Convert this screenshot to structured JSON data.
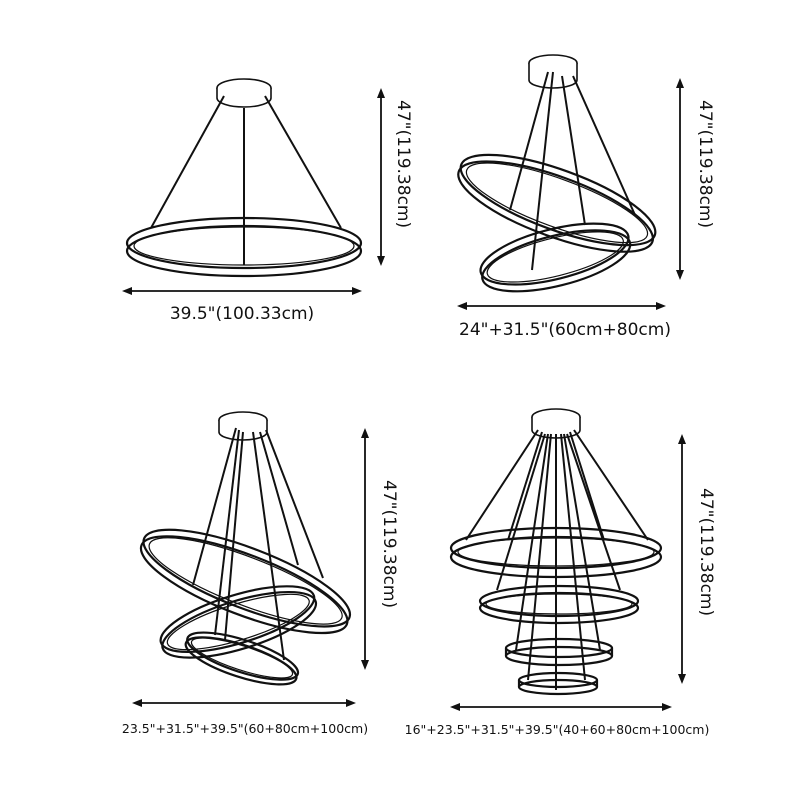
{
  "diagram": {
    "type": "product-dimension-diagram",
    "subject": "LED ring chandelier variants",
    "panels": [
      {
        "id": "one-ring",
        "rings": 1,
        "height_label": "47\"(119.38cm)",
        "width_label": "39.5\"(100.33cm)"
      },
      {
        "id": "two-ring",
        "rings": 2,
        "height_label": "47\"(119.38cm)",
        "width_label": "24\"+31.5\"(60cm+80cm)"
      },
      {
        "id": "three-ring",
        "rings": 3,
        "height_label": "47\"(119.38cm)",
        "width_label": "23.5\"+31.5\"+39.5\"(60+80cm+100cm)"
      },
      {
        "id": "four-ring",
        "rings": 4,
        "height_label": "47\"(119.38cm)",
        "width_label": "16\"+23.5\"+31.5\"+39.5\"(40+60+80cm+100cm)"
      }
    ]
  }
}
